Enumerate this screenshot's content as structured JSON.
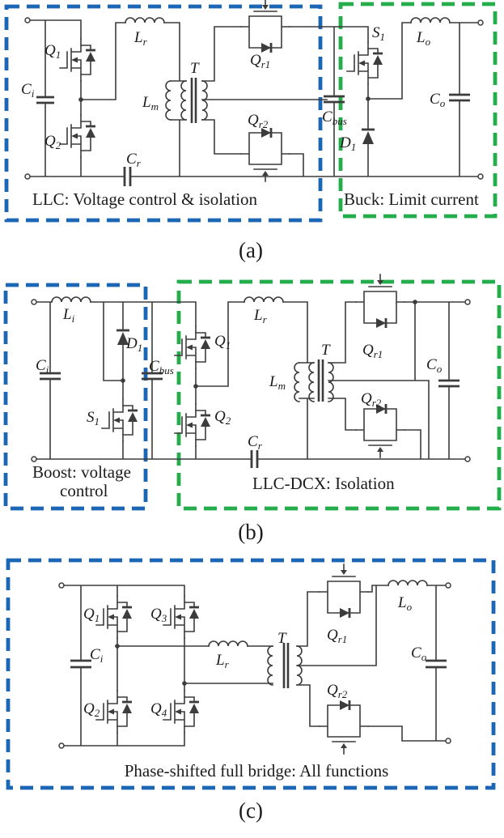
{
  "colors": {
    "box_blue": "#1b66b5",
    "box_green": "#23ad4b",
    "wire": "#3c3c3c",
    "text": "#1c1c1c"
  },
  "panels": {
    "a": {
      "caption": "(a)",
      "region1": "LLC: Voltage control & isolation",
      "region2": "Buck: Limit current",
      "labels": {
        "Q1": {
          "m": "Q",
          "s": "1"
        },
        "Q2": {
          "m": "Q",
          "s": "2"
        },
        "Ci": {
          "m": "C",
          "s": "i"
        },
        "Lr": {
          "m": "L",
          "s": "r"
        },
        "Lm": {
          "m": "L",
          "s": "m"
        },
        "T": {
          "m": "T",
          "s": ""
        },
        "Cr": {
          "m": "C",
          "s": "r"
        },
        "Qr1": {
          "m": "Q",
          "s": "r1"
        },
        "Qr2": {
          "m": "Q",
          "s": "r2"
        },
        "Cbus": {
          "m": "C",
          "s": "bus"
        },
        "S1": {
          "m": "S",
          "s": "1"
        },
        "D1": {
          "m": "D",
          "s": "1"
        },
        "Lo": {
          "m": "L",
          "s": "o"
        },
        "Co": {
          "m": "C",
          "s": "o"
        }
      }
    },
    "b": {
      "caption": "(b)",
      "region1a": "Boost: voltage",
      "region1b": "control",
      "region2": "LLC-DCX: Isolation",
      "labels": {
        "Li": {
          "m": "L",
          "s": "i"
        },
        "Ci": {
          "m": "C",
          "s": "i"
        },
        "D1": {
          "m": "D",
          "s": "1"
        },
        "S1": {
          "m": "S",
          "s": "1"
        },
        "Cbus": {
          "m": "C",
          "s": "bus"
        },
        "Q1": {
          "m": "Q",
          "s": "1"
        },
        "Q2": {
          "m": "Q",
          "s": "2"
        },
        "Lr": {
          "m": "L",
          "s": "r"
        },
        "Lm": {
          "m": "L",
          "s": "m"
        },
        "T": {
          "m": "T",
          "s": ""
        },
        "Cr": {
          "m": "C",
          "s": "r"
        },
        "Qr1": {
          "m": "Q",
          "s": "r1"
        },
        "Qr2": {
          "m": "Q",
          "s": "r2"
        },
        "Co": {
          "m": "C",
          "s": "o"
        }
      }
    },
    "c": {
      "caption": "(c)",
      "region1": "Phase-shifted full bridge: All functions",
      "labels": {
        "Q1": {
          "m": "Q",
          "s": "1"
        },
        "Q3": {
          "m": "Q",
          "s": "3"
        },
        "Q2": {
          "m": "Q",
          "s": "2"
        },
        "Q4": {
          "m": "Q",
          "s": "4"
        },
        "Ci": {
          "m": "C",
          "s": "i"
        },
        "Lr": {
          "m": "L",
          "s": "r"
        },
        "T": {
          "m": "T",
          "s": ""
        },
        "Qr1": {
          "m": "Q",
          "s": "r1"
        },
        "Qr2": {
          "m": "Q",
          "s": "r2"
        },
        "Lo": {
          "m": "L",
          "s": "o"
        },
        "Co": {
          "m": "C",
          "s": "o"
        }
      }
    }
  }
}
